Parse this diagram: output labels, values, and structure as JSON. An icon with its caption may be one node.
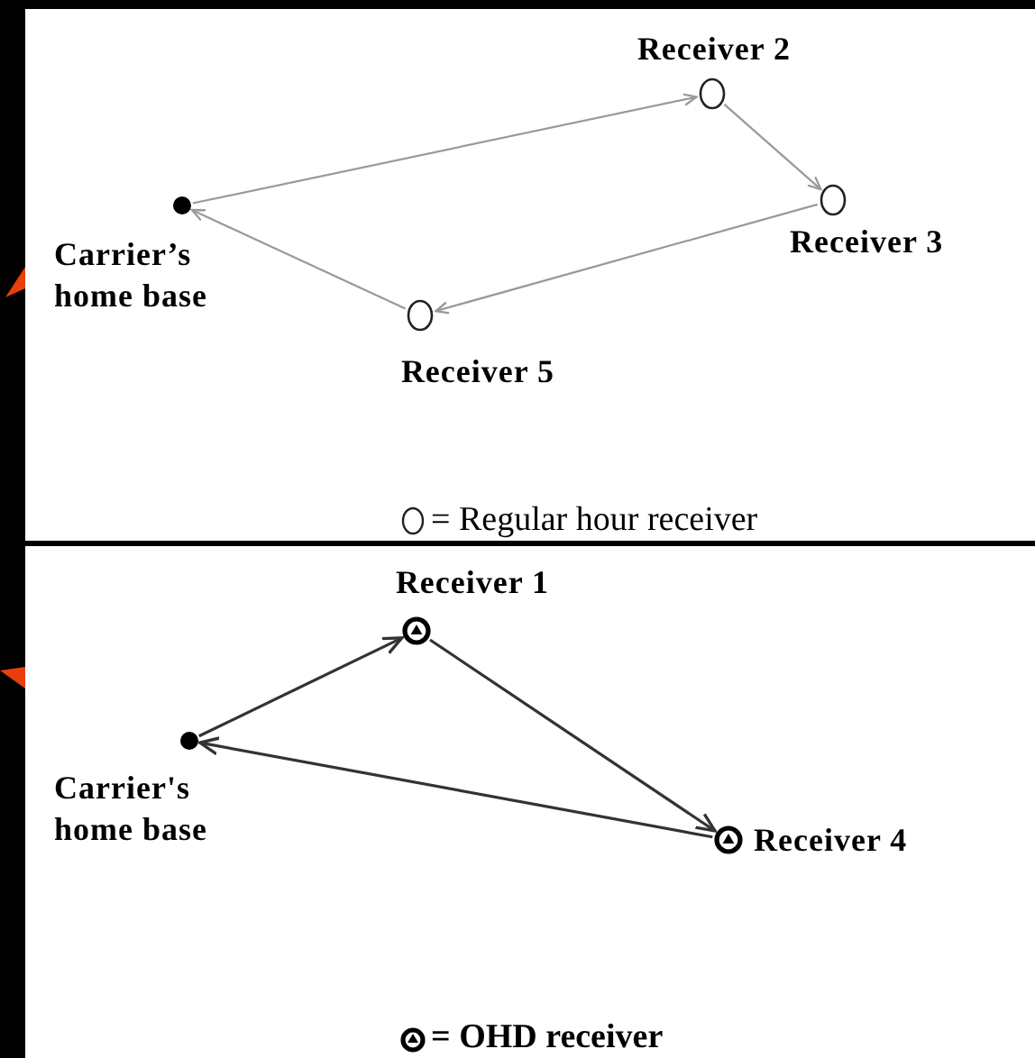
{
  "diagram": {
    "nodes": [
      {
        "text": [
          "Carrier’s home base"
        ]
      },
      {
        "text": [
          "Receiver 2"
        ]
      },
      {
        "text": [
          "Receiver 3"
        ]
      },
      {
        "text": [
          "Receiver 5"
        ]
      },
      {
        "text": [
          "Carrier's home base"
        ]
      },
      {
        "text": [
          "Receiver 1"
        ]
      },
      {
        "text": [
          "Receiver 4"
        ]
      }
    ],
    "edges": [
      {
        "from": 0,
        "to": 1,
        "arrow": "to"
      },
      {
        "from": 1,
        "to": 2,
        "arrow": "to"
      },
      {
        "from": 2,
        "to": 3,
        "arrow": "to"
      },
      {
        "from": 3,
        "to": 0,
        "arrow": "to"
      },
      {
        "from": 4,
        "to": 5,
        "arrow": "to",
        "color": "#333333"
      },
      {
        "from": 5,
        "to": 6,
        "arrow": "to",
        "color": "#333333"
      },
      {
        "from": 6,
        "to": 4,
        "arrow": "to",
        "color": "#333333"
      }
    ],
    "legend": [
      {
        "text": "= Regular hour receiver"
      },
      {
        "text": "= OHD receiver"
      }
    ]
  }
}
